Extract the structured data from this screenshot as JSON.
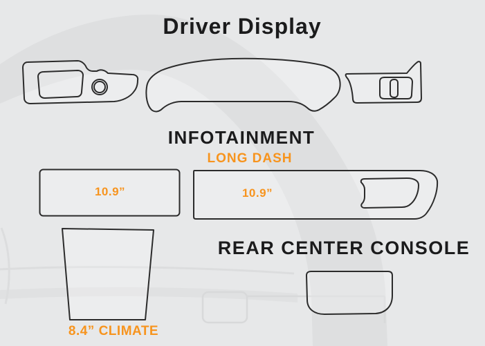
{
  "page": {
    "background_color": "#e7e8e9",
    "watermark_color": "#dedfe0",
    "outline_color": "#2b2b2b",
    "heading_color": "#1b1b1c",
    "accent_color": "#f7941e"
  },
  "sections": {
    "driver_display": {
      "title": "Driver Display",
      "pieces": [
        "left-dash-trim",
        "instrument-cluster-hood",
        "right-dash-trim"
      ]
    },
    "infotainment": {
      "title": "INFOTAINMENT",
      "subtitle": "LONG DASH",
      "left_screen": {
        "size_label": "10.9”"
      },
      "long_dash_panel": {
        "size_label": "10.9”"
      }
    },
    "climate": {
      "size_label": "8.4” CLIMATE"
    },
    "rear_center_console": {
      "title": "REAR CENTER CONSOLE"
    }
  }
}
